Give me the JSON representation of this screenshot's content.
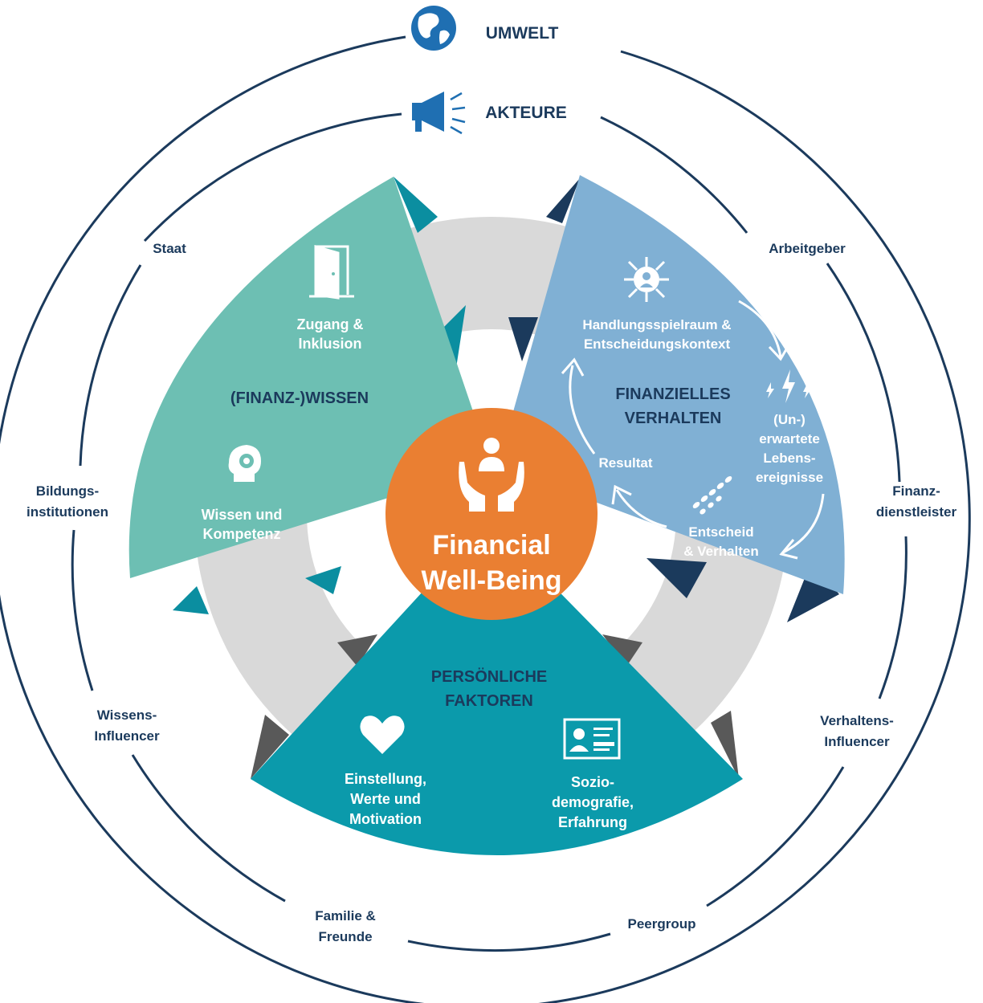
{
  "outer": {
    "umwelt": "UMWELT",
    "akteure": "AKTEURE",
    "actors": {
      "staat": "Staat",
      "arbeitgeber": "Arbeitgeber",
      "bildungs_1": "Bildungs-",
      "bildungs_2": "institutionen",
      "finanz_1": "Finanz-",
      "finanz_2": "dienstleister",
      "wissens_1": "Wissens-",
      "wissens_2": "Influencer",
      "verhaltens_1": "Verhaltens-",
      "verhaltens_2": "Influencer",
      "familie_1": "Familie &",
      "familie_2": "Freunde",
      "peergroup": "Peergroup"
    }
  },
  "wissen": {
    "title": "(FINANZ-)WISSEN",
    "zugang_1": "Zugang &",
    "zugang_2": "Inklusion",
    "kompetenz_1": "Wissen und",
    "kompetenz_2": "Kompetenz"
  },
  "verhalten": {
    "title_1": "FINANZIELLES",
    "title_2": "VERHALTEN",
    "kontext_1": "Handlungsspielraum &",
    "kontext_2": "Entscheidungskontext",
    "ereignisse_1": "(Un-)",
    "ereignisse_2": "erwartete",
    "ereignisse_3": "Lebens-",
    "ereignisse_4": "ereignisse",
    "entscheid_1": "Entscheid",
    "entscheid_2": "& Verhalten",
    "resultat": "Resultat"
  },
  "faktoren": {
    "title_1": "PERSÖNLICHE",
    "title_2": "FAKTOREN",
    "einstellung_1": "Einstellung,",
    "einstellung_2": "Werte und",
    "einstellung_3": "Motivation",
    "sozio_1": "Sozio-",
    "sozio_2": "demografie,",
    "sozio_3": "Erfahrung"
  },
  "center": {
    "line_1": "Financial",
    "line_2": "Well-Being"
  },
  "colors": {
    "navy": "#1b3a5c",
    "teal_green": "#6dbfb3",
    "light_blue": "#80b0d4",
    "petrol": "#0b9aab",
    "orange": "#ea7f32",
    "grey_ring": "#d9d9d9",
    "dark_grey": "#595959",
    "icon_blue": "#1f6fb2"
  },
  "icons": [
    "globe-icon",
    "megaphone-icon",
    "door-icon",
    "head-gear-icon",
    "network-icon",
    "lightning-icon",
    "footsteps-icon",
    "heart-icon",
    "id-card-icon",
    "hands-person-icon"
  ]
}
